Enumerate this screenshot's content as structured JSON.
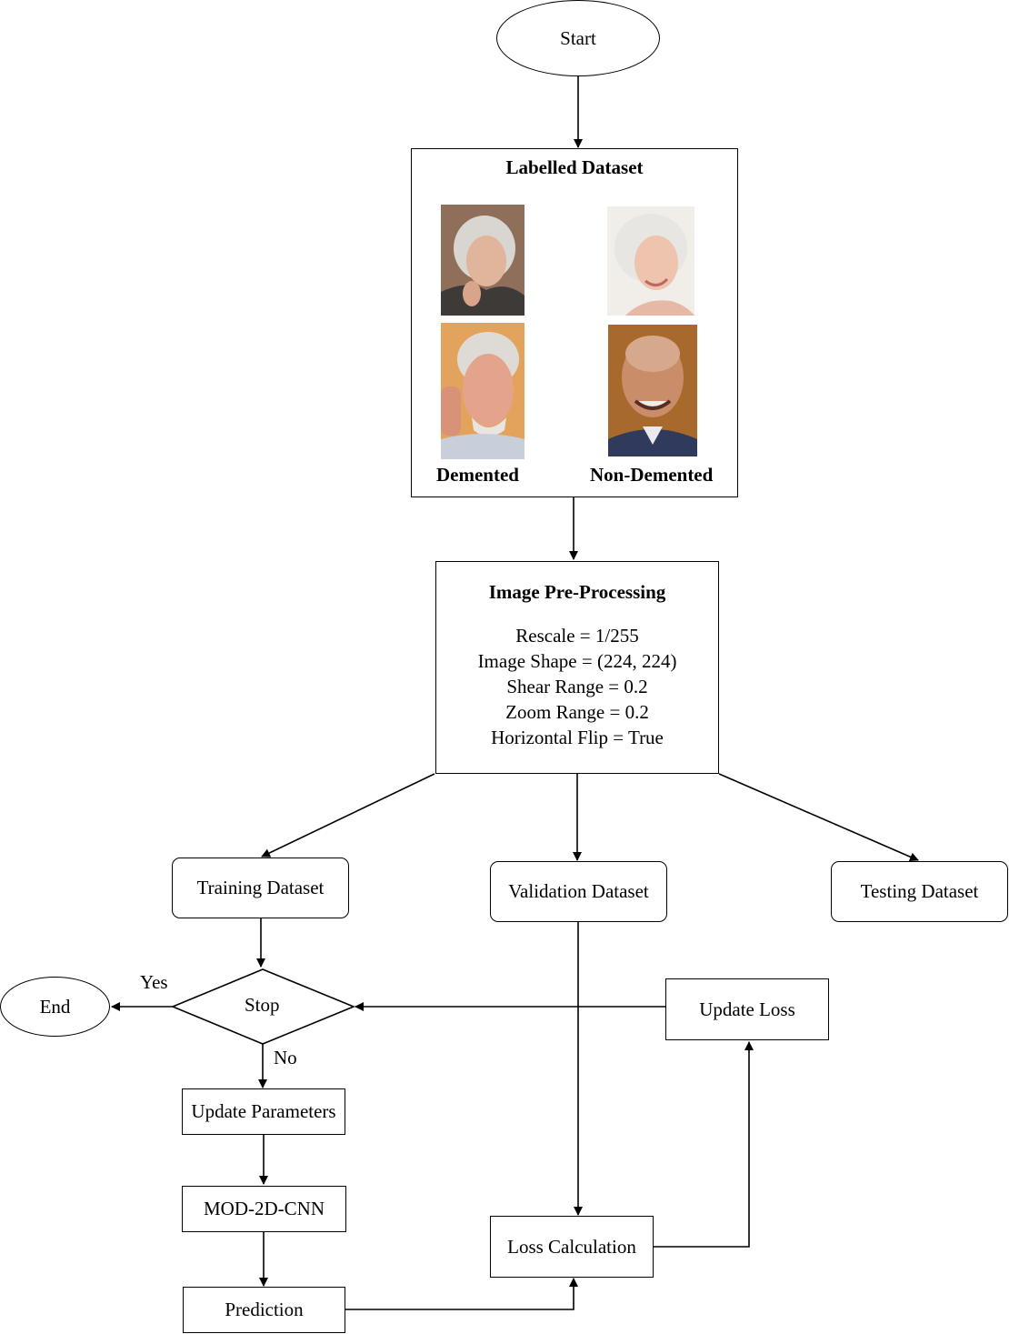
{
  "nodes": {
    "start": "Start",
    "labelled_dataset": {
      "title": "Labelled Dataset",
      "class_left": "Demented",
      "class_right": "Non-Demented"
    },
    "preprocessing": {
      "title": "Image Pre-Processing",
      "params": [
        "Rescale = 1/255",
        "Image Shape = (224, 224)",
        "Shear Range = 0.2",
        "Zoom Range = 0.2",
        "Horizontal Flip = True"
      ]
    },
    "training": "Training Dataset",
    "validation": "Validation Dataset",
    "testing": "Testing Dataset",
    "stop": "Stop",
    "end": "End",
    "update_parameters": "Update Parameters",
    "model": "MOD-2D-CNN",
    "prediction": "Prediction",
    "loss_calculation": "Loss Calculation",
    "update_loss": "Update Loss"
  },
  "edge_labels": {
    "yes": "Yes",
    "no": "No"
  },
  "colors": {
    "stroke": "#000000",
    "background": "#ffffff"
  }
}
